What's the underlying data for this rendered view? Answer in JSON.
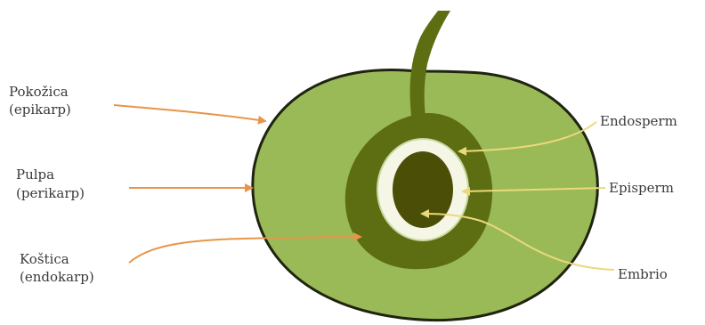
{
  "labels": {
    "epicarp_line1": "Pokožica",
    "epicarp_line2": "(epikarp)",
    "pericarp_line1": "Pulpa",
    "pericarp_line2": "(perikarp)",
    "endocarp_line1": "Koštica",
    "endocarp_line2": "(endokarp)",
    "endosperm": "Endosperm",
    "episperm": "Episperm",
    "embryo": "Embrio"
  },
  "colors": {
    "flesh": "#9aba57",
    "skin_outline": "#1e2410",
    "stone": "#5d6d12",
    "episperm_ring": "#f6f6e6",
    "ring_edge": "#c9d9a0",
    "embryo": "#4a4e06",
    "stem": "#5d6d12",
    "left_arrows": "#e8954a",
    "right_arrows": "#ecd87c"
  }
}
